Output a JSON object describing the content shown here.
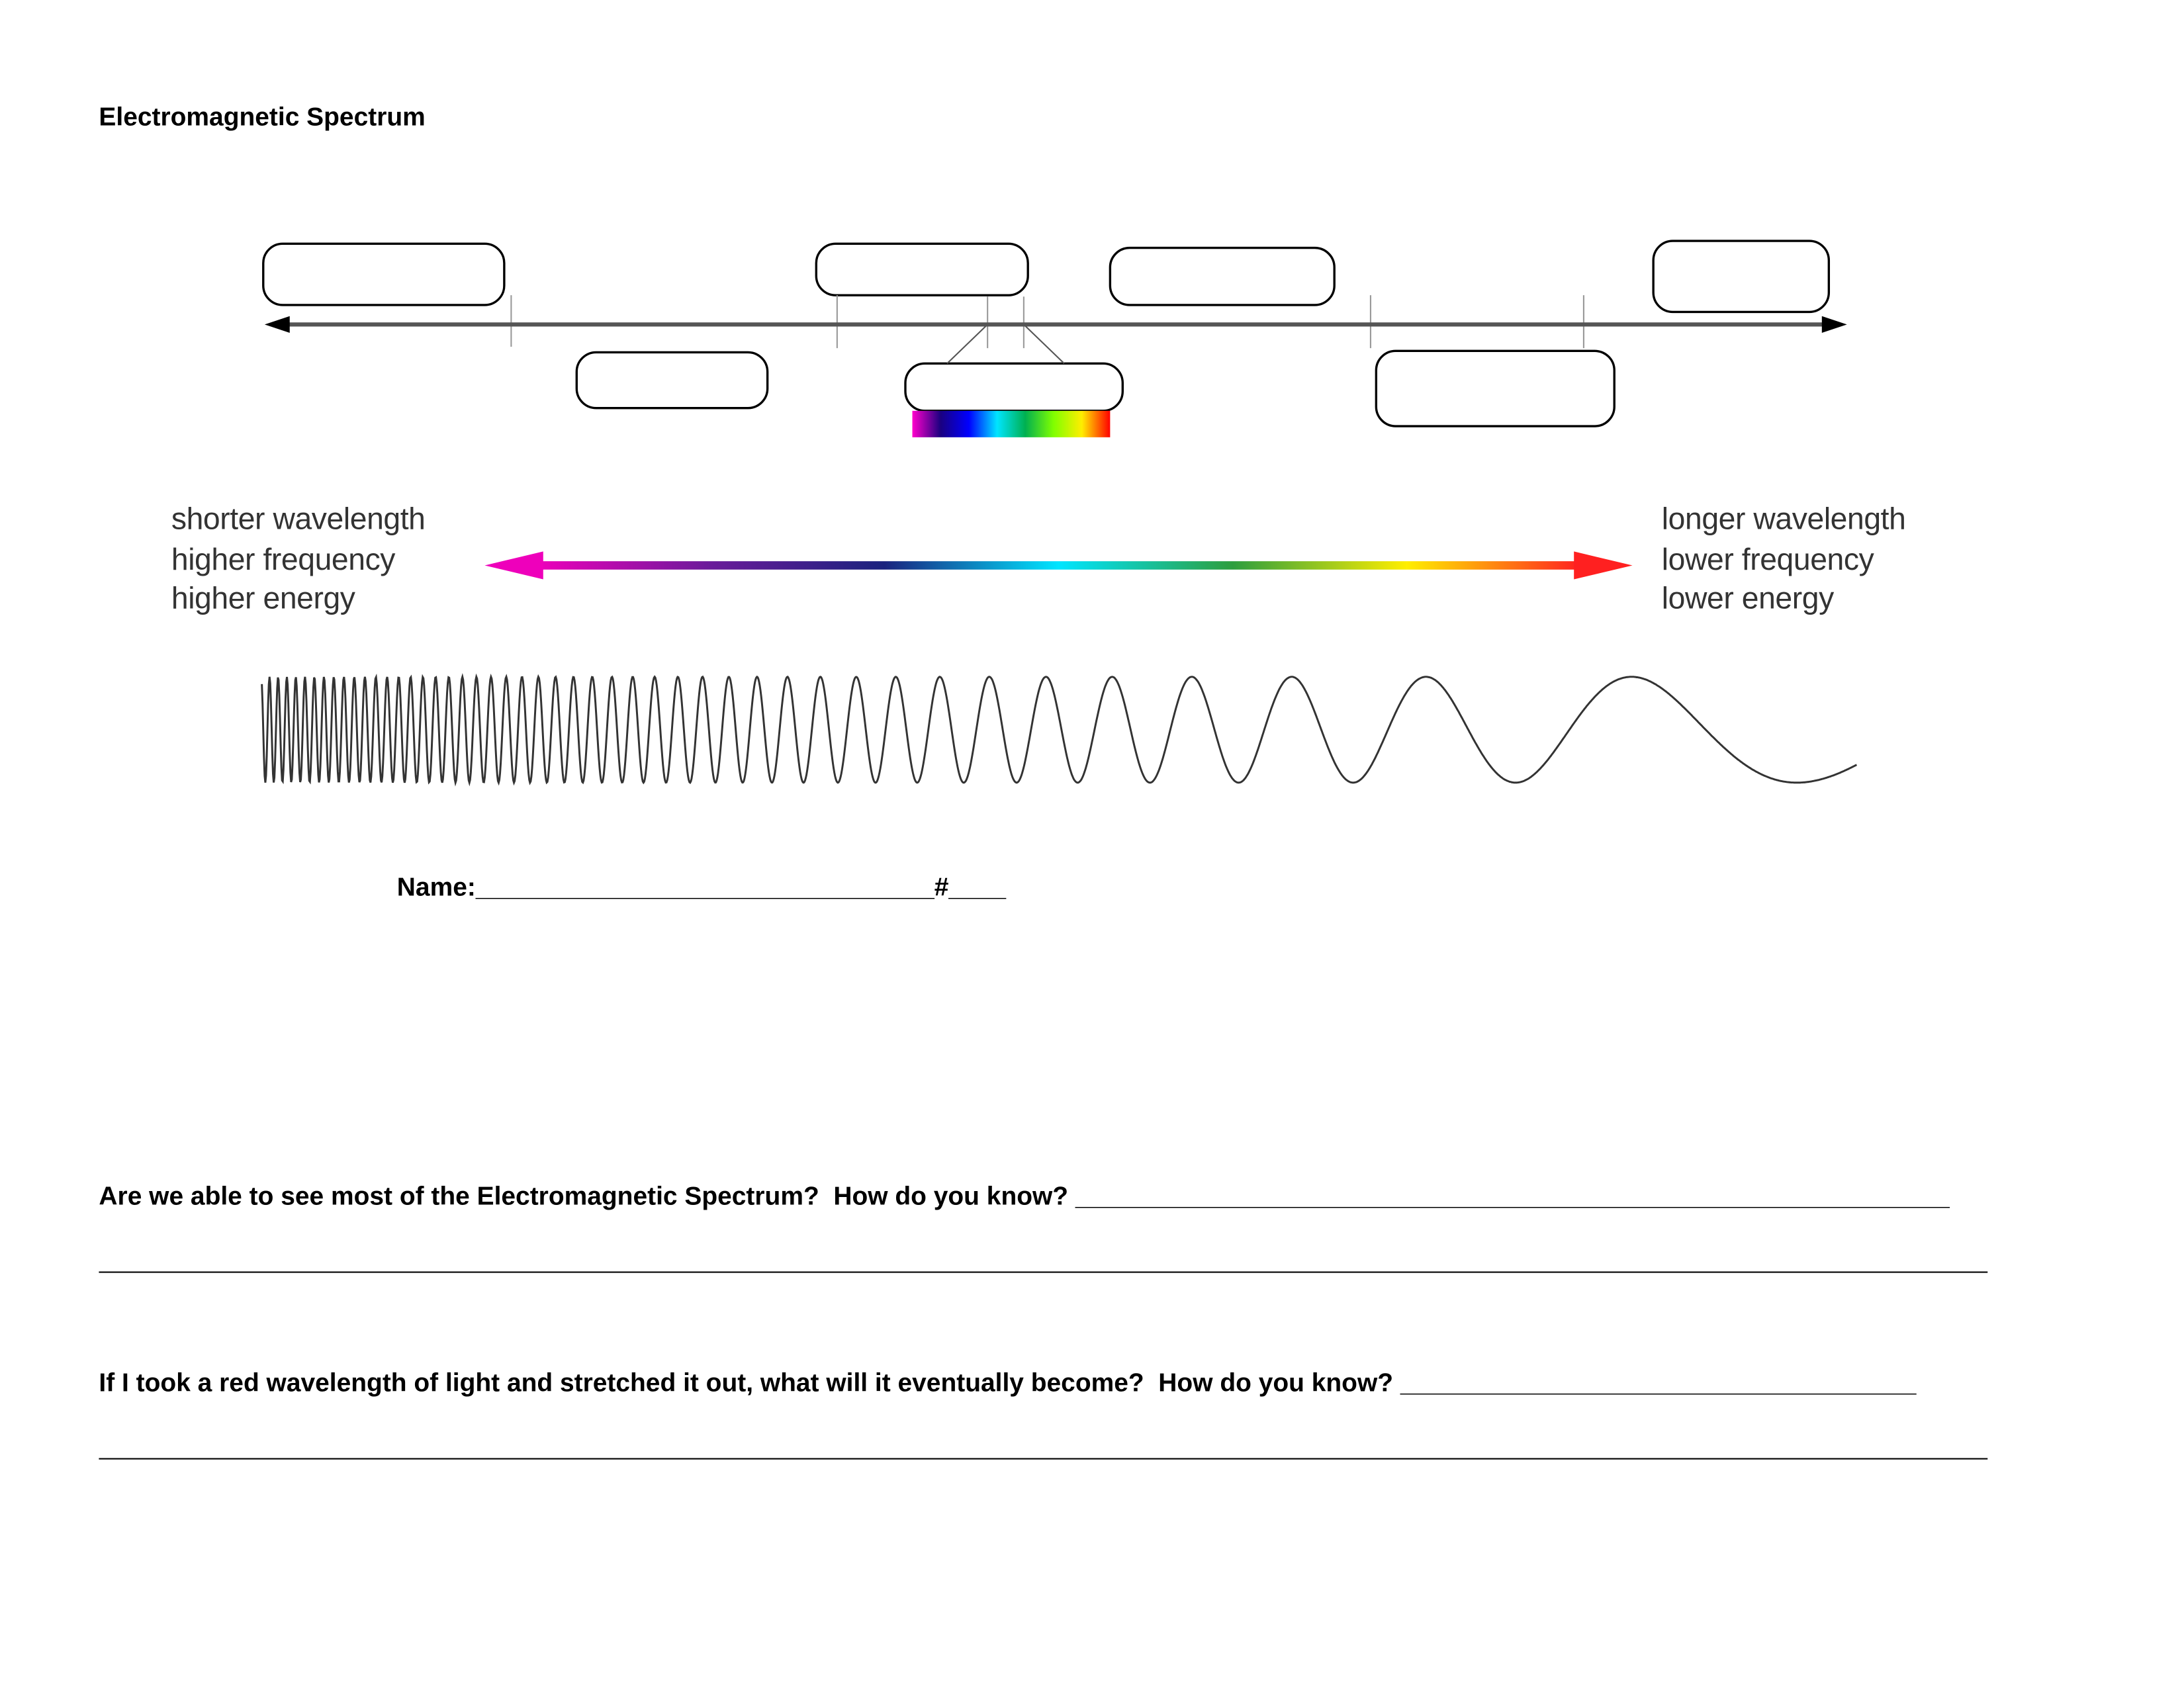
{
  "title": "Electromagnetic Spectrum",
  "diagram": {
    "label_boxes": [
      "",
      "",
      "",
      "",
      "",
      "",
      ""
    ],
    "visible_light_colors": [
      "#ff00cc",
      "#1a0080",
      "#0000ff",
      "#00e5ff",
      "#00b050",
      "#80ff00",
      "#ffee00",
      "#ff0000"
    ],
    "left_labels": [
      "shorter wavelength",
      "higher frequency",
      "higher energy"
    ],
    "right_labels": [
      "longer wavelength",
      "lower frequency",
      "lower energy"
    ],
    "gradient_arrow_colors": [
      "#ee00bb",
      "#6a1b9a",
      "#1a237e",
      "#00e5ff",
      "#2e9e3e",
      "#ffee00",
      "#ff2020"
    ]
  },
  "name_line": "Name:________________________________#____",
  "questions": [
    {
      "text": "Are we able to see most of the Electromagnetic Spectrum?  How do you know? _____________________________________________________________"
    },
    {
      "text": "If I took a red wavelength of light and stretched it out, what will it eventually become?  How do you know? ____________________________________"
    }
  ]
}
